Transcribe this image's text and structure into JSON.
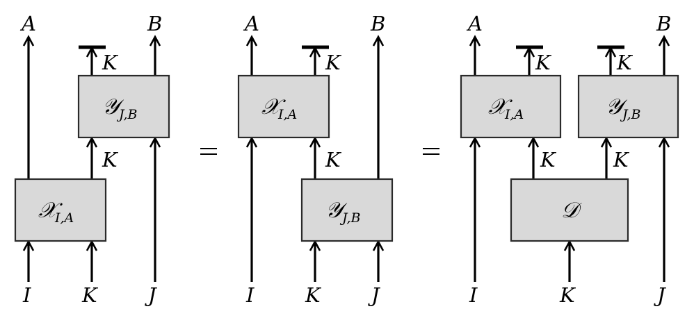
{
  "diagram": {
    "kind": "tensor-network string diagram equation",
    "colors": {
      "box_fill": "#d9d9d9",
      "line": "#000000",
      "background": "#ffffff"
    },
    "equals_symbol": "=",
    "panels": [
      {
        "name": "lhs",
        "boxes": [
          {
            "id": "X",
            "symbol": "𝒳",
            "subscript": "I,A"
          },
          {
            "id": "Y",
            "symbol": "𝒴",
            "subscript": "J,B"
          }
        ],
        "labels": {
          "top": [
            "A",
            "B"
          ],
          "bottom": [
            "I",
            "K",
            "J"
          ],
          "internal": [
            "K",
            "K"
          ]
        }
      },
      {
        "name": "middle",
        "boxes": [
          {
            "id": "X",
            "symbol": "𝒳",
            "subscript": "I,A"
          },
          {
            "id": "Y",
            "symbol": "𝒴",
            "subscript": "J,B"
          }
        ],
        "labels": {
          "top": [
            "A",
            "B"
          ],
          "bottom": [
            "I",
            "K",
            "J"
          ],
          "internal": [
            "K",
            "K"
          ]
        }
      },
      {
        "name": "rhs",
        "boxes": [
          {
            "id": "X",
            "symbol": "𝒳",
            "subscript": "I,A"
          },
          {
            "id": "Y",
            "symbol": "𝒴",
            "subscript": "J,B"
          },
          {
            "id": "D",
            "symbol": "𝒟",
            "subscript": ""
          }
        ],
        "labels": {
          "top": [
            "A",
            "B"
          ],
          "bottom": [
            "I",
            "K",
            "J"
          ],
          "internal": [
            "K",
            "K",
            "K",
            "K"
          ]
        }
      }
    ]
  }
}
